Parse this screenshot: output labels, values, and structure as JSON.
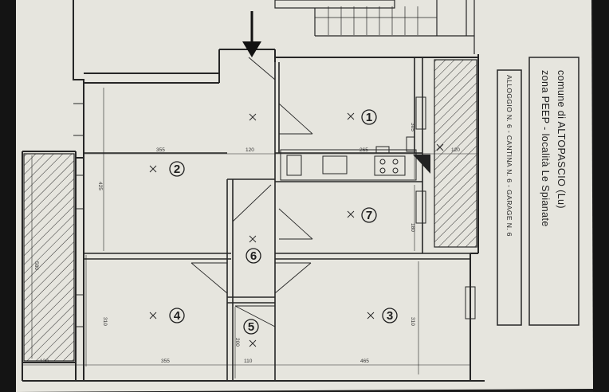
{
  "title_block": {
    "line1": "comune di ALTOPASCIO (Lu)",
    "line2": "zona PEEP - località Le Spianate",
    "line3": "ALLOGGIO N. 6 - CANTINA N. 6 - GARAGE N. 6"
  },
  "rooms": [
    {
      "id": "room-1",
      "label": "1"
    },
    {
      "id": "room-2",
      "label": "2"
    },
    {
      "id": "room-3",
      "label": "3"
    },
    {
      "id": "room-4",
      "label": "4"
    },
    {
      "id": "room-5",
      "label": "5"
    },
    {
      "id": "room-6",
      "label": "6"
    },
    {
      "id": "room-7",
      "label": "7"
    }
  ],
  "dimensions": {
    "d355_top": "355",
    "d120_mid": "120",
    "d265": "265",
    "d120_right": "120",
    "d425": "425",
    "d580": "580",
    "d305": "305",
    "d180": "180",
    "d310_left": "310",
    "d310_right": "310",
    "d200": "200",
    "d130": "130",
    "d355_bottom": "355",
    "d110": "110",
    "d465": "465"
  },
  "colors": {
    "paper": "#e6e5de",
    "line": "#262626",
    "background": "#1a1a1a"
  },
  "icons": [
    "entrance-arrow-icon",
    "kitchen-stove-icon",
    "sink-icon"
  ]
}
